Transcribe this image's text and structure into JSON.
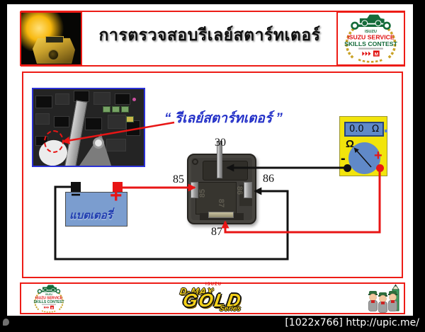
{
  "page": {
    "watermark": "[1022x766] http://upic.me/"
  },
  "header": {
    "title": "การตรวจสอบรีเลย์สตาร์ทเตอร์"
  },
  "contest_logo": {
    "brand": "ISUZU",
    "line1": "ISUZU SERVICE",
    "line2": "SKILLS CONTEST",
    "badge": "M"
  },
  "diagram": {
    "relay_label": "“ รีเลย์สตาร์ทเตอร์ ”",
    "relay": {
      "pins": [
        {
          "label": "30"
        },
        {
          "label": "85"
        },
        {
          "label": "86"
        },
        {
          "label": "87"
        }
      ]
    },
    "battery": {
      "label": "แบตเตอรี่",
      "minus": "−",
      "plus": "+"
    },
    "meter": {
      "display_value": "0.0",
      "display_unit": "Ω",
      "dial_label": "Ω",
      "minus": "-",
      "plus": "+"
    }
  },
  "footer": {
    "dmax": {
      "brand": "ISUZU",
      "model": "D-MAX",
      "word": "GOLD",
      "series": "Series"
    }
  },
  "colors": {
    "frame_red": "#ed1c16",
    "photo_border_blue": "#2b31d6",
    "label_blue": "#2431c8",
    "battery_blue": "#7b9dcf",
    "meter_yellow": "#f2e40c",
    "display_blue": "#6089c8",
    "wire_red": "#ee1111",
    "wire_black": "#111111",
    "logo_green": "#156b3a",
    "logo_red": "#e01010",
    "wreath_gold": "#c9a227"
  }
}
